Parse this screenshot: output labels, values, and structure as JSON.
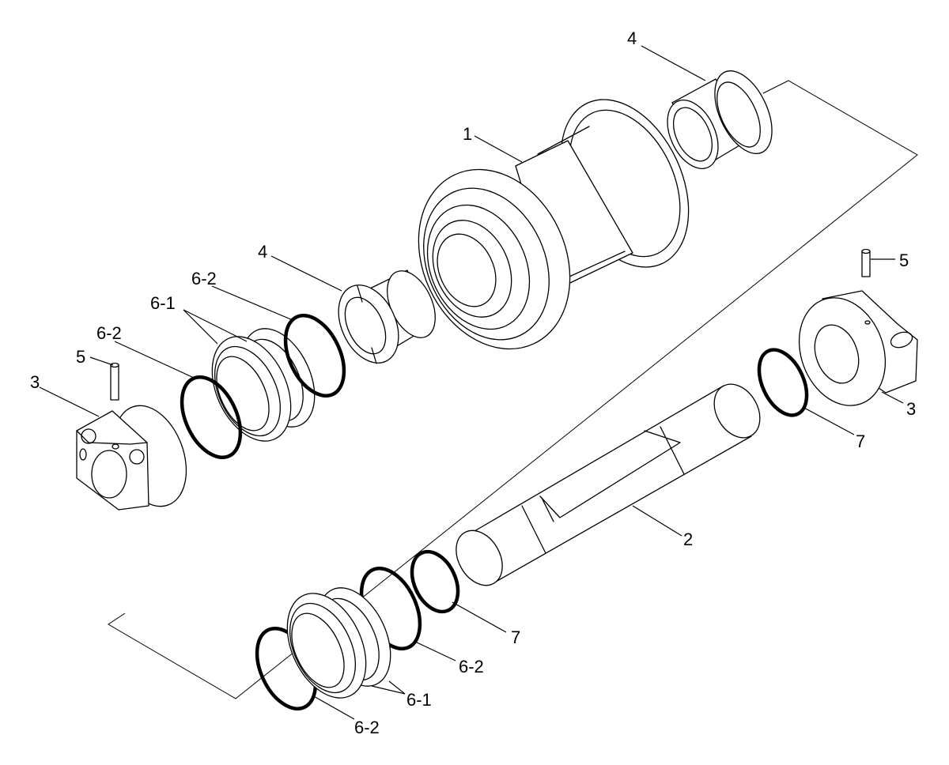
{
  "callouts": {
    "a": "4",
    "b": "1",
    "c": "4",
    "d": "6-2",
    "e": "6-1",
    "f": "6-2",
    "g": "5",
    "h": "3",
    "i": "5",
    "j": "3",
    "k": "7",
    "l": "2",
    "m": "7",
    "n": "6-2",
    "o": "6-1",
    "p": "6-2"
  }
}
